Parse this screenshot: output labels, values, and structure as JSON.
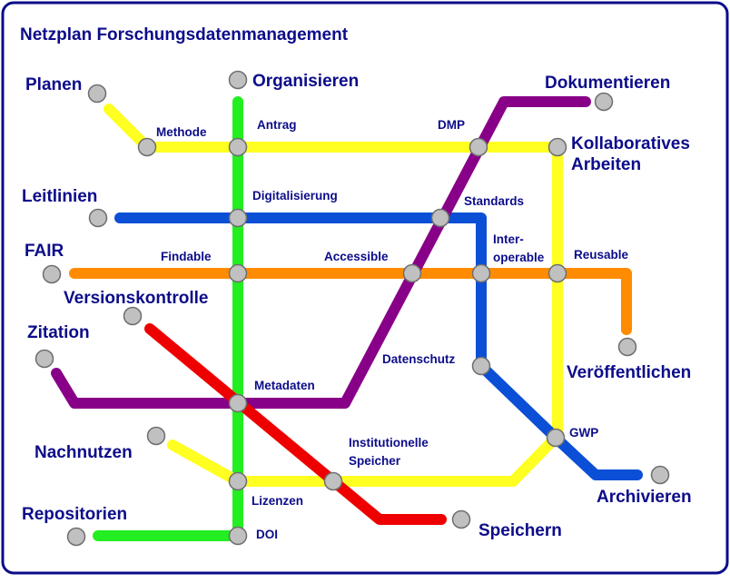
{
  "title": "Netzplan Forschungsdatenmanagement",
  "colors": {
    "frame": "#0c0c8a",
    "text": "#0c0c8a",
    "green": "#22ee22",
    "yellow": "#ffff22",
    "blue": "#0b4fd6",
    "orange": "#ff8c00",
    "purple": "#880088",
    "red": "#ee0000",
    "station": "#c0c0c0"
  },
  "lines": {
    "organisieren": "Organisieren",
    "planen": "Planen",
    "leitlinien": "Leitlinien",
    "fair": "FAIR",
    "versionskontrolle": "Versionskontrolle",
    "zitation": "Zitation",
    "nachnutzen": "Nachnutzen",
    "repositorien": "Repositorien",
    "dokumentieren": "Dokumentieren",
    "kollaboratives_1": "Kollaboratives",
    "kollaboratives_2": "Arbeiten",
    "veroeffentlichen": "Veröffentlichen",
    "archivieren": "Archivieren",
    "speichern": "Speichern"
  },
  "stations": {
    "methode": "Methode",
    "antrag": "Antrag",
    "dmp": "DMP",
    "digitalisierung": "Digitalisierung",
    "standards": "Standards",
    "interoperable_1": "Inter-",
    "interoperable_2": "operable",
    "findable": "Findable",
    "accessible": "Accessible",
    "reusable": "Reusable",
    "datenschutz": "Datenschutz",
    "metadaten": "Metadaten",
    "gwp": "GWP",
    "institutionelle_1": "Institutionelle",
    "institutionelle_2": "Speicher",
    "lizenzen": "Lizenzen",
    "doi": "DOI"
  }
}
